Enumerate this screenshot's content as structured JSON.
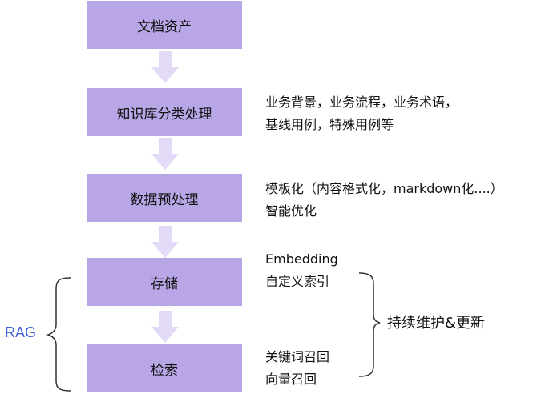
{
  "steps": [
    {
      "label": "文档资产"
    },
    {
      "label": "知识库分类处理"
    },
    {
      "label": "数据预处理"
    },
    {
      "label": "存储"
    },
    {
      "label": "检索"
    }
  ],
  "notes": {
    "classify": [
      "业务背景，业务流程，业务术语，",
      "基线用例，特殊用例等"
    ],
    "preprocess": [
      "模板化（内容格式化，markdown化....）",
      "智能优化"
    ],
    "storage": [
      "Embedding",
      "自定义索引"
    ],
    "retrieval": [
      "关键词召回",
      "向量召回"
    ]
  },
  "rag_label": "RAG",
  "maintenance_label": "持续维护&更新",
  "colors": {
    "box_fill": "#b9a6e6",
    "arrow_fill": "#e2daf6",
    "rag_text": "#3f5fd6",
    "bracket": "#333333"
  }
}
